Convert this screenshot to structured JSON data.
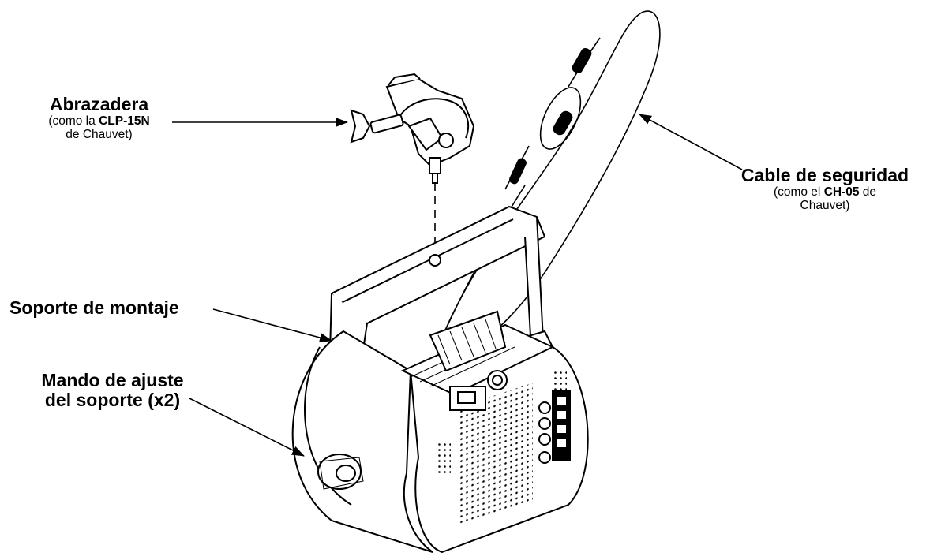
{
  "labels": {
    "clamp": {
      "title": "Abrazadera",
      "line1_prefix": "(como la ",
      "line1_bold": "CLP-15N",
      "line2": "de Chauvet)"
    },
    "safety_cable": {
      "title": "Cable de seguridad",
      "line1_prefix": "(como el ",
      "line1_bold": "CH-05",
      "line1_suffix": " de",
      "line2": "Chauvet)"
    },
    "mounting_bracket": {
      "title": "Soporte de montaje"
    },
    "adjust_knob": {
      "line1": "Mando de ajuste",
      "line2": "del soporte (x2)"
    }
  },
  "colors": {
    "ink": "#000000",
    "paper": "#ffffff",
    "panel_gray": "#cfcfcf"
  }
}
